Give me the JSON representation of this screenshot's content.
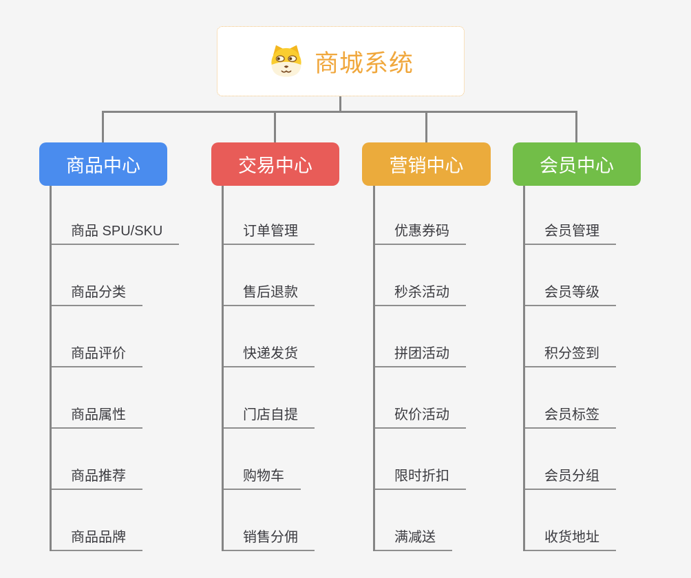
{
  "root": {
    "title": "商城系统",
    "icon": "dog-face",
    "title_color": "#F0A73C",
    "border_color": "#F2C178"
  },
  "connector_color": "#858585",
  "branches": [
    {
      "label": "商品中心",
      "color": "#4A8CEE",
      "children": [
        "商品 SPU/SKU",
        "商品分类",
        "商品评价",
        "商品属性",
        "商品推荐",
        "商品品牌"
      ]
    },
    {
      "label": "交易中心",
      "color": "#E85C58",
      "children": [
        "订单管理",
        "售后退款",
        "快递发货",
        "门店自提",
        "购物车",
        "销售分佣"
      ]
    },
    {
      "label": "营销中心",
      "color": "#EBAB3C",
      "children": [
        "优惠券码",
        "秒杀活动",
        "拼团活动",
        "砍价活动",
        "限时折扣",
        "满减送"
      ]
    },
    {
      "label": "会员中心",
      "color": "#72BE48",
      "children": [
        "会员管理",
        "会员等级",
        "积分签到",
        "会员标签",
        "会员分组",
        "收货地址"
      ]
    }
  ]
}
